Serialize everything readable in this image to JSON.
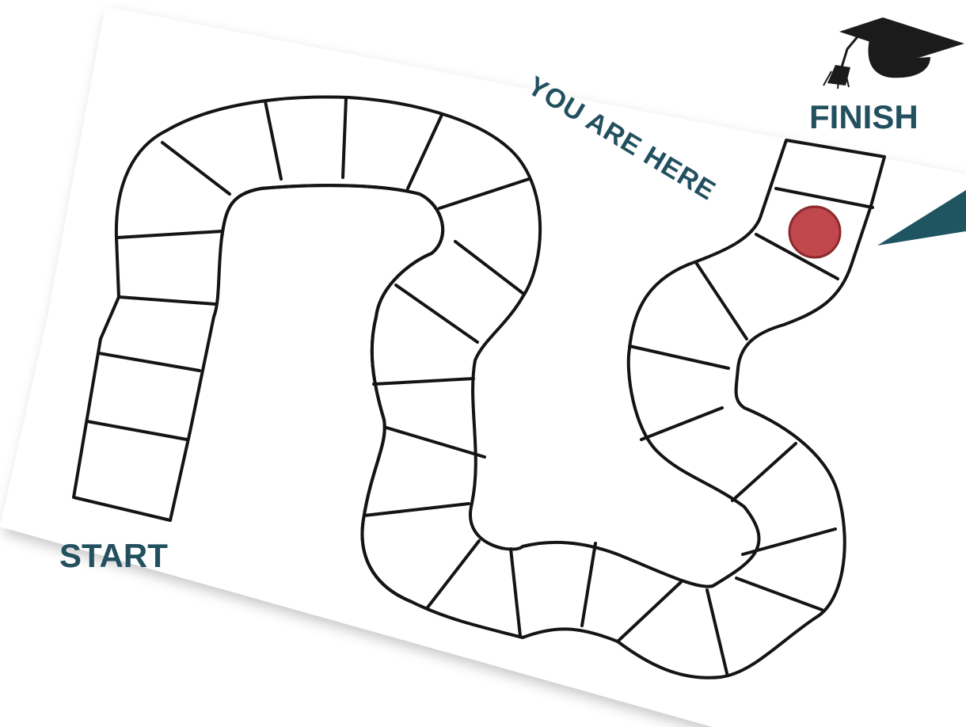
{
  "labels": {
    "start": "START",
    "finish": "FINISH",
    "you_are_here": "YOU ARE HERE"
  },
  "colors": {
    "label_text": "#22505f",
    "path_line": "#141414",
    "marker_fill": "#c0474b",
    "marker_stroke": "#8a2a2c",
    "arrow": "#1f5561",
    "paper_shadow": "#d8d8d8"
  },
  "icons": {
    "finish": "graduation-cap-icon",
    "player": "player-token-icon"
  }
}
